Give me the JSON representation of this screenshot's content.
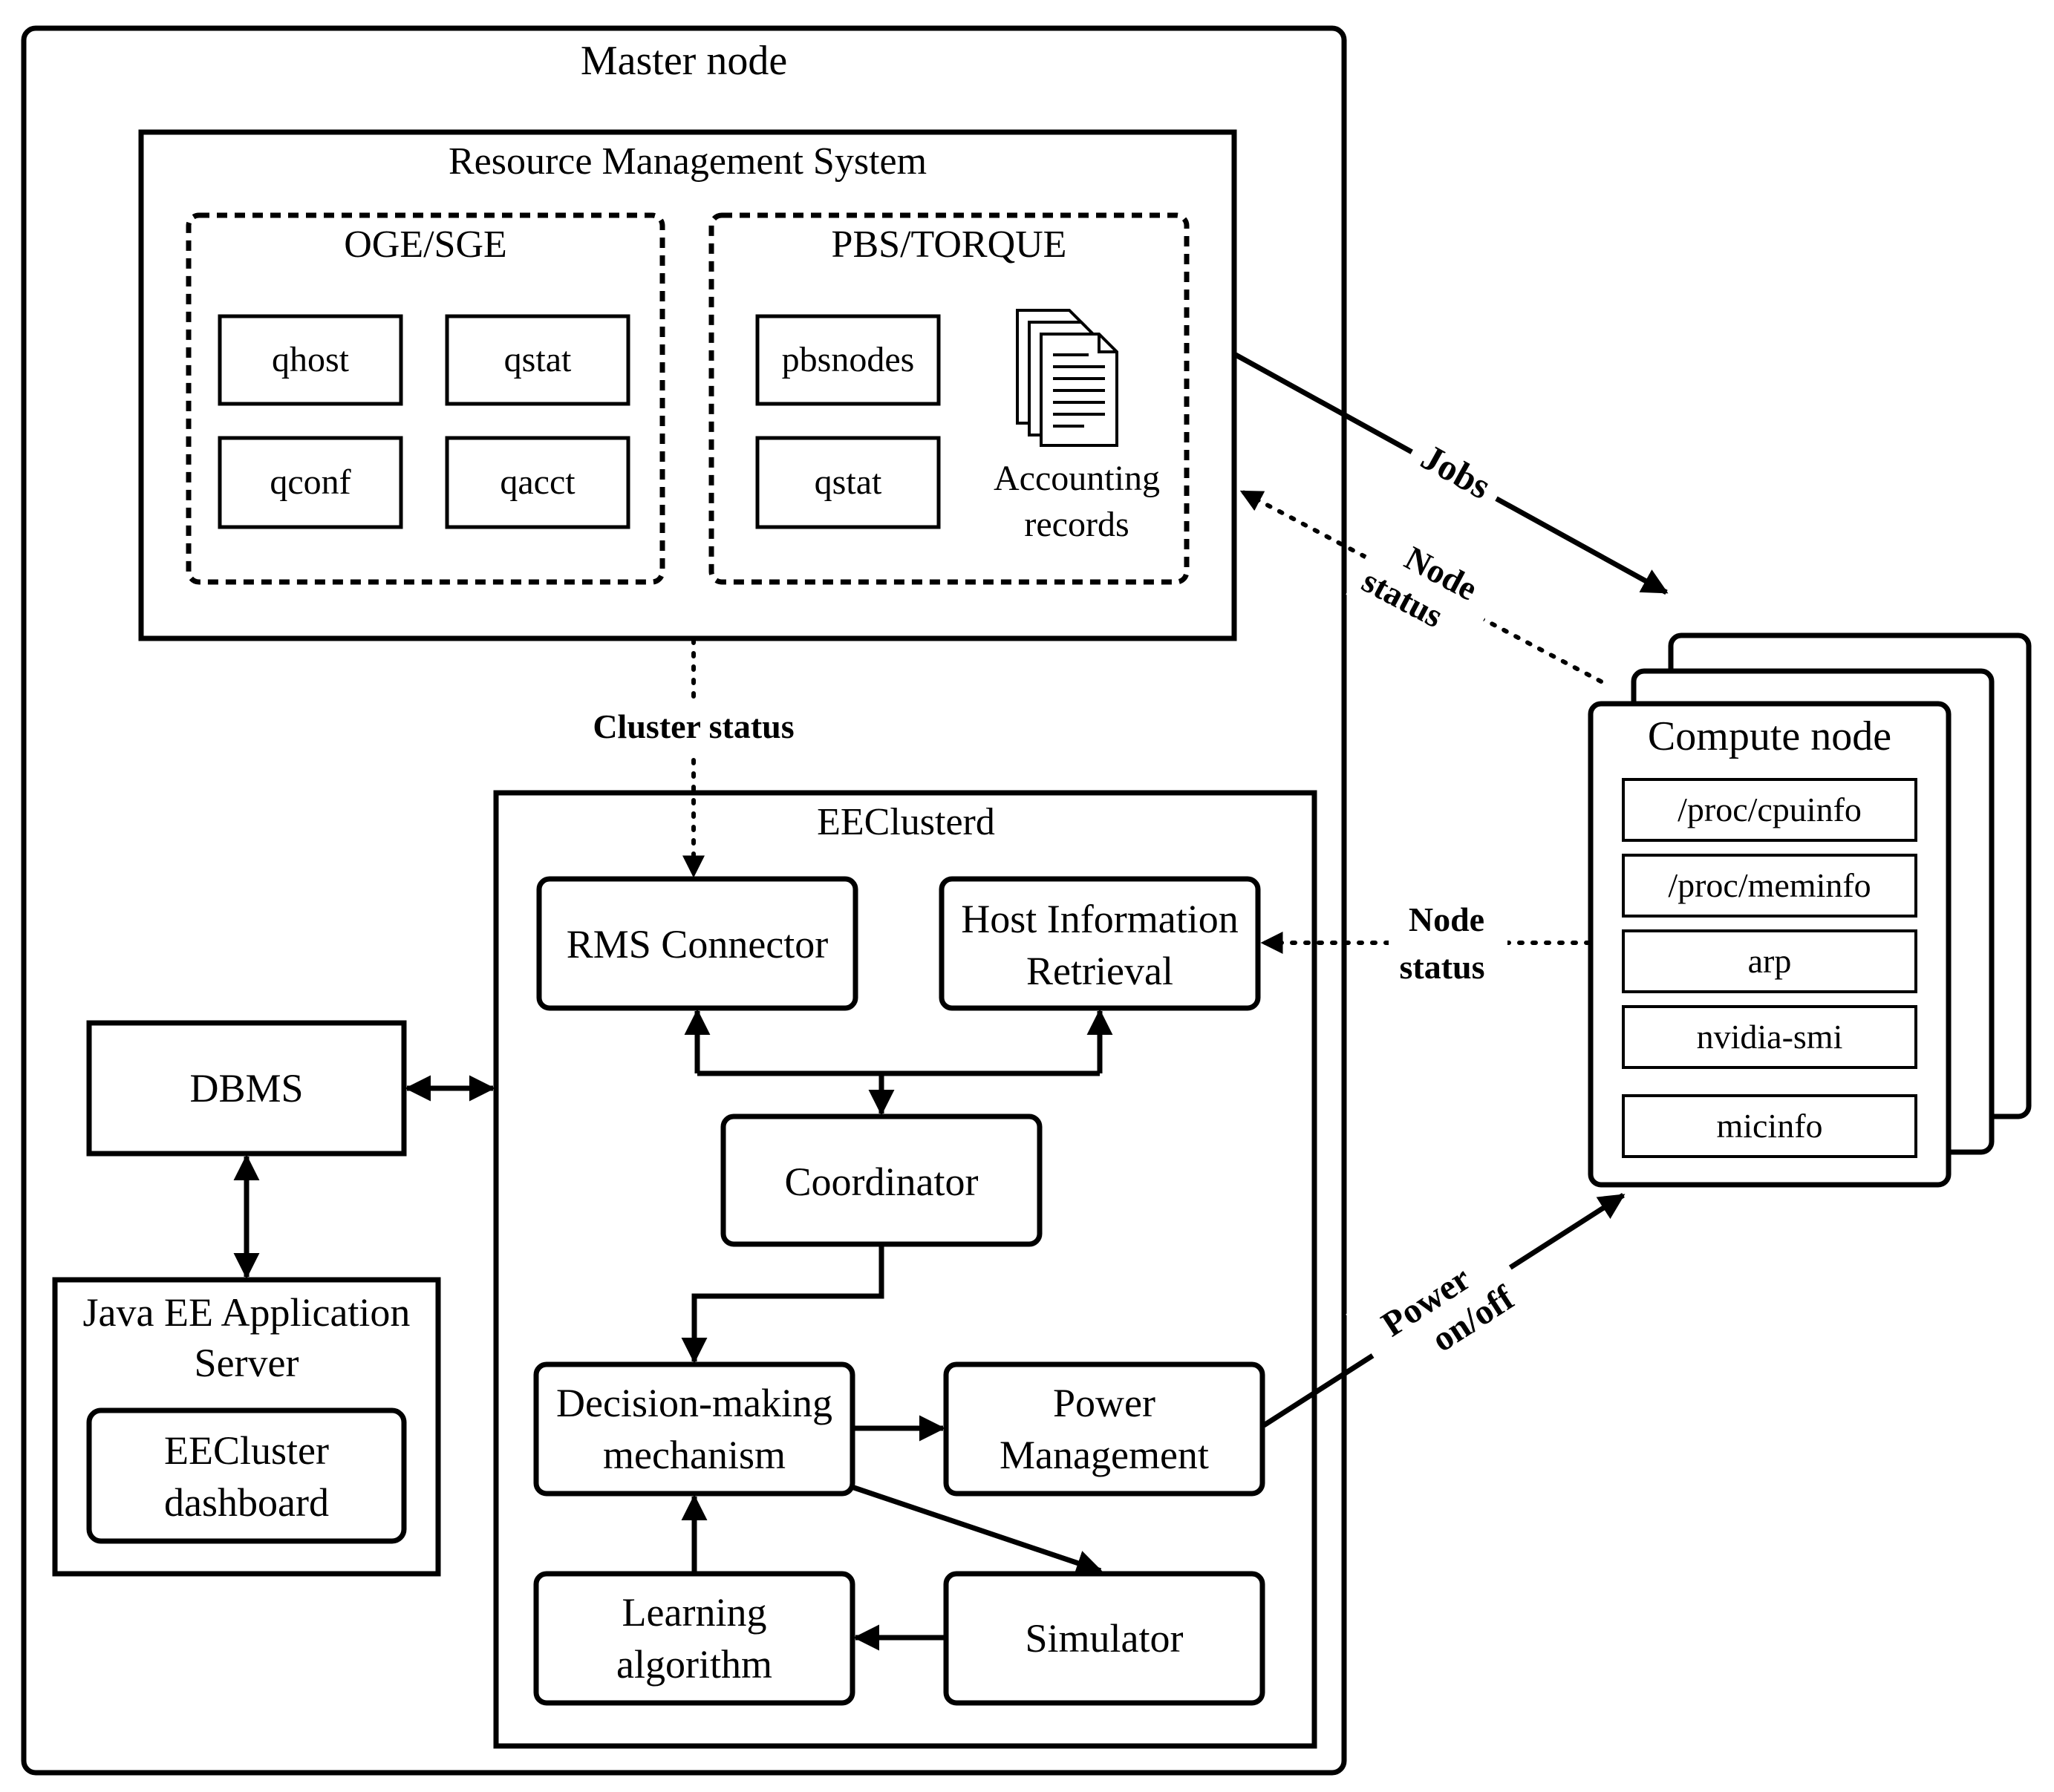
{
  "master_node": {
    "title": "Master node"
  },
  "rms": {
    "title": "Resource Management System",
    "oge": {
      "title": "OGE/SGE",
      "commands": [
        "qhost",
        "qstat",
        "qconf",
        "qacct"
      ]
    },
    "pbs": {
      "title": "PBS/TORQUE",
      "commands": [
        "pbsnodes",
        "qstat"
      ],
      "accounting": [
        "Accounting",
        "records"
      ]
    }
  },
  "eecluster": {
    "title": "EEClusterd",
    "rms_connector": "RMS Connector",
    "host_info": [
      "Host Information",
      "Retrieval"
    ],
    "coordinator": "Coordinator",
    "decision": [
      "Decision-making",
      "mechanism"
    ],
    "power": [
      "Power",
      "Management"
    ],
    "learning": [
      "Learning",
      "algorithm"
    ],
    "simulator": "Simulator"
  },
  "dbms": "DBMS",
  "java_ee": {
    "title": [
      "Java EE Application",
      "Server"
    ],
    "dashboard": [
      "EECluster",
      "dashboard"
    ]
  },
  "compute_node": {
    "title": "Compute node",
    "items": [
      "/proc/cpuinfo",
      "/proc/meminfo",
      "arp",
      "nvidia-smi",
      "micinfo"
    ]
  },
  "edge_labels": {
    "jobs": "Jobs",
    "node_status_top": [
      "Node",
      "status"
    ],
    "node_status_mid": [
      "Node",
      "status"
    ],
    "cluster_status": "Cluster status",
    "power_onoff": [
      "Power",
      "on/off"
    ]
  }
}
